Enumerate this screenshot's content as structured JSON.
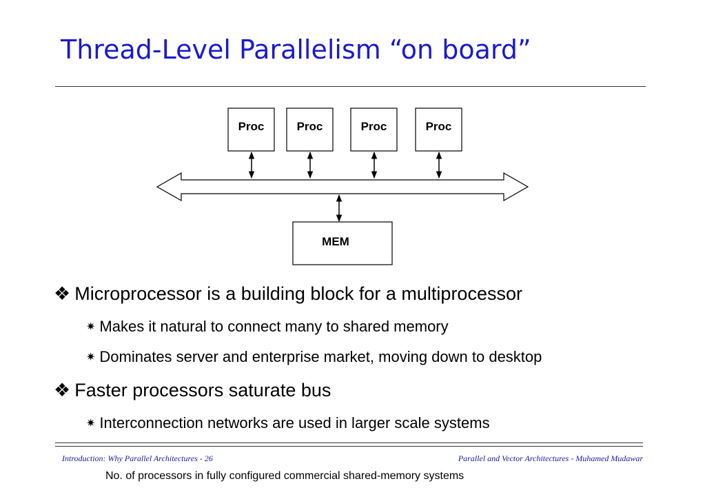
{
  "slide": {
    "title": "Thread-Level Parallelism “on board”"
  },
  "diagram": {
    "processors": [
      "Proc",
      "Proc",
      "Proc",
      "Proc"
    ],
    "memory_label": "MEM"
  },
  "bullets": [
    {
      "marker": "❖",
      "text": "Microprocessor is a building block for a multiprocessor",
      "subs": [
        {
          "marker": "✷",
          "text": "Makes it natural to connect many to shared memory"
        },
        {
          "marker": "✷",
          "text": "Dominates server and enterprise market, moving down to desktop"
        }
      ]
    },
    {
      "marker": "❖",
      "text": "Faster processors saturate bus",
      "subs": [
        {
          "marker": "✷",
          "text": "Interconnection networks are used in larger scale systems"
        }
      ]
    }
  ],
  "footer": {
    "left": "Introduction: Why Parallel Architectures - 26",
    "right": "Parallel and Vector Architectures - Muhamed Mudawar"
  },
  "note": "No. of processors in fully configured commercial shared-memory systems",
  "colors": {
    "title": "#1a1acc",
    "footer": "#1a1a99"
  }
}
